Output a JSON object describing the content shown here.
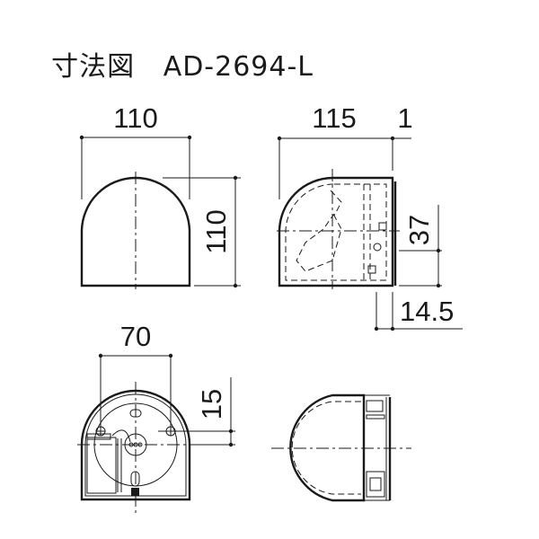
{
  "title": {
    "label": "寸法図",
    "model": "AD-2694-L"
  },
  "views": {
    "front": {
      "width_dim": "110",
      "height_dim": "110"
    },
    "side": {
      "depth_dim": "115",
      "plate_dim": "1",
      "offset_dim": "37",
      "bracket_dim": "14.5"
    },
    "back": {
      "hole_spacing_dim": "70",
      "hole_offset_dim": "15"
    },
    "bottom": {}
  },
  "colors": {
    "line": "#1a1a1a",
    "background": "#ffffff"
  }
}
